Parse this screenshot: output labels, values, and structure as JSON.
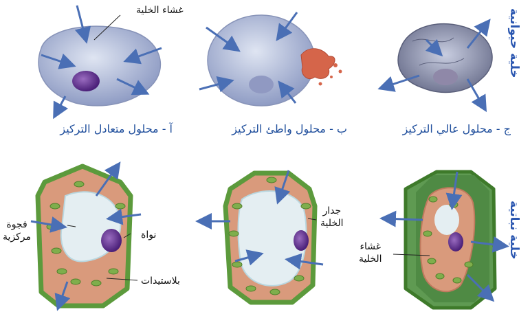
{
  "side_labels": {
    "animal": "خلية حيوانية",
    "plant": "خلية نباتية"
  },
  "captions": {
    "a": "آ - محلول متعادل التركيز",
    "b": "ب - محلول واطئ التركيز",
    "c": "ج - محلول عالي التركيز"
  },
  "labels": {
    "cell_membrane_top": "غشاء الخلية",
    "central_vacuole_line1": "فجوة",
    "central_vacuole_line2": "مركزية",
    "nucleus": "نواة",
    "plastids": "بلاستيدات",
    "cell_wall_line1": "جدار",
    "cell_wall_line2": "الخلية",
    "cell_membrane_plant_line1": "غشاء",
    "cell_membrane_plant_line2": "الخلية"
  },
  "colors": {
    "arrow": "#4a6fb5",
    "animal_cell": "#b9c3dc",
    "nucleus": "#5a2a88",
    "plant_wall": "#5c9a3c",
    "cytoplasm": "#d99a7c",
    "vacuole": "#e4eef2",
    "chloroplast": "#7fae4c",
    "side_label": "#2a56b0"
  }
}
